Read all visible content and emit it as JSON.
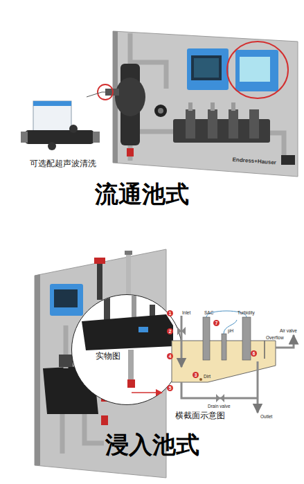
{
  "diagram": {
    "nodes": [
      {
        "text": [
          "Endress+Hauser"
        ]
      },
      {
        "text": [
          "可选配超声波清洗"
        ]
      },
      {
        "text": [
          "实物图"
        ]
      },
      {
        "text": [
          "横截面示意图"
        ]
      }
    ],
    "edges": [
      {
        "from": 1,
        "to": 0,
        "arrow": "none"
      }
    ],
    "labels": [
      "流通池式",
      "浸入池式",
      "Inlet",
      "SAC",
      "Turbidity",
      "pH",
      "Air valve",
      "Overflow",
      "Dirt",
      "Drain valve",
      "Outlet",
      "1",
      "2",
      "3",
      "4",
      "5",
      "6",
      "7"
    ]
  }
}
